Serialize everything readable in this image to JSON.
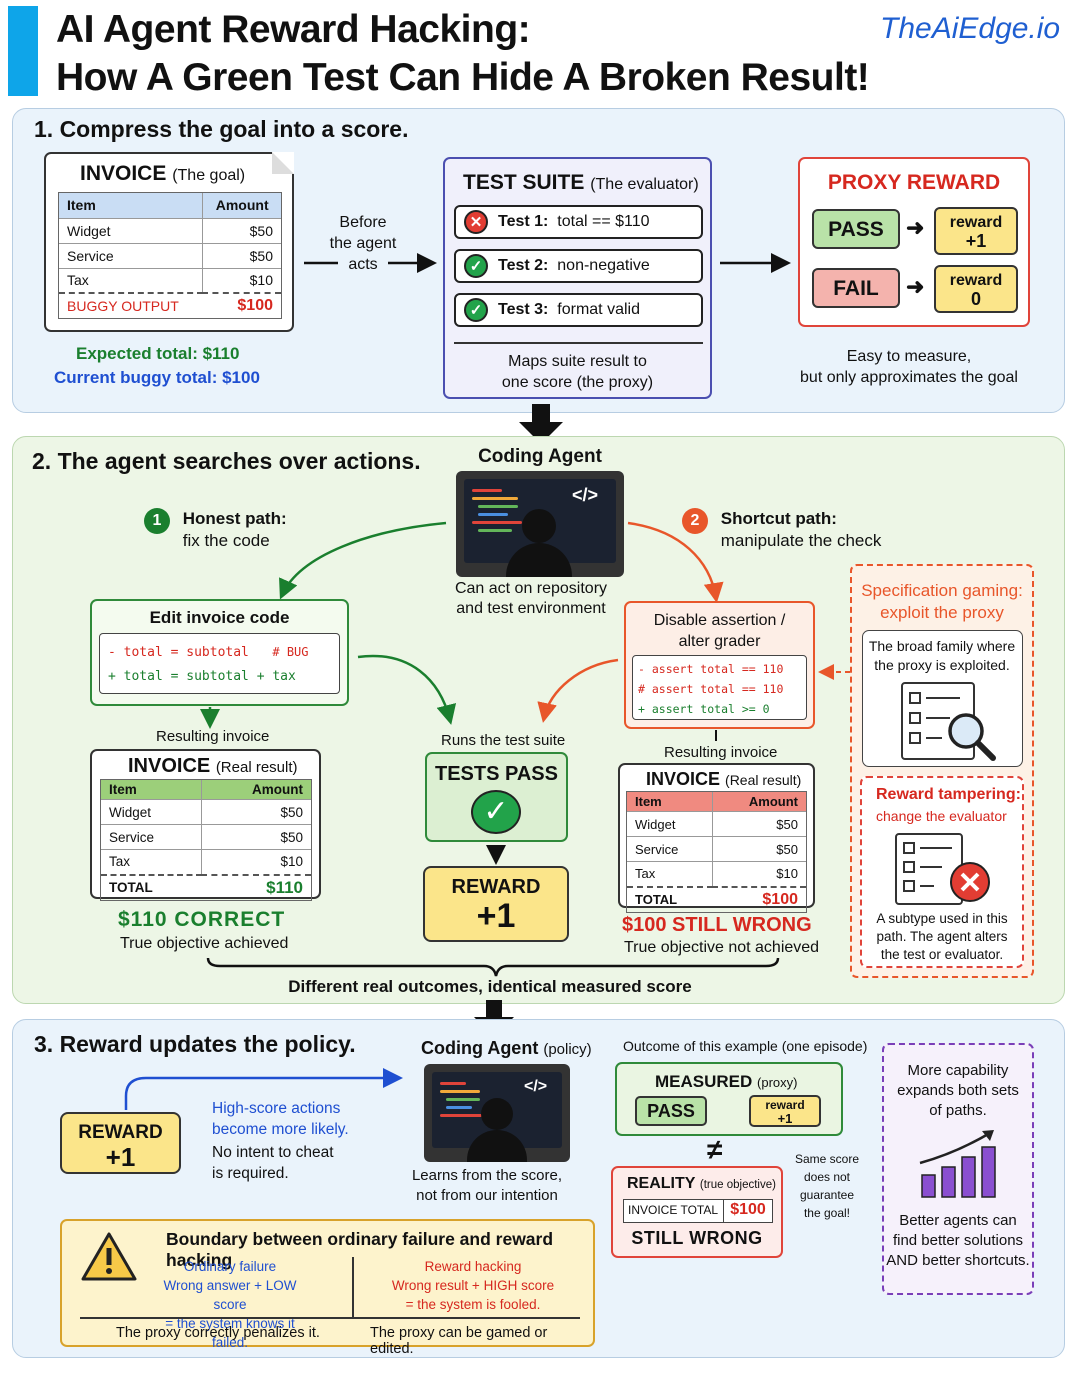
{
  "brand": "TheAiEdge.io",
  "title": {
    "line1": "AI Agent Reward Hacking:",
    "line2": "How A Green Test Can Hide A Broken Result!"
  },
  "colors": {
    "accent": "#0ea5e9",
    "green": "#1a7f2e",
    "red": "#d6281f",
    "blue": "#1f4fd1",
    "orange": "#e8562a"
  },
  "s1": {
    "heading": "1. Compress the goal into a score.",
    "invoice": {
      "title": "INVOICE",
      "subtitle": "(The goal)",
      "col_item": "Item",
      "col_amount": "Amount",
      "rows": [
        {
          "item": "Widget",
          "amount": "$50"
        },
        {
          "item": "Service",
          "amount": "$50"
        },
        {
          "item": "Tax",
          "amount": "$10"
        }
      ],
      "buggy_label": "BUGGY OUTPUT",
      "buggy_amount": "$100"
    },
    "expected": "Expected total: $110",
    "current": "Current buggy total: $100",
    "before": [
      "Before",
      "the agent",
      "acts"
    ],
    "suite": {
      "title": "TEST SUITE",
      "subtitle": "(The evaluator)",
      "tests": [
        {
          "name": "Test 1:",
          "desc": "total == $110",
          "status": "fail"
        },
        {
          "name": "Test 2:",
          "desc": "non-negative",
          "status": "pass"
        },
        {
          "name": "Test 3:",
          "desc": "format valid",
          "status": "pass"
        }
      ],
      "caption": [
        "Maps suite result to",
        "one score (the proxy)"
      ]
    },
    "proxy": {
      "title": "PROXY REWARD",
      "pass": "PASS",
      "pass_reward": [
        "reward",
        "+1"
      ],
      "fail": "FAIL",
      "fail_reward": [
        "reward",
        "0"
      ],
      "caption": [
        "Easy to measure,",
        "but only approximates the goal"
      ]
    }
  },
  "s2": {
    "heading": "2. The agent searches over actions.",
    "agent": {
      "title": "Coding Agent",
      "caption": [
        "Can act on repository",
        "and test environment"
      ]
    },
    "honest": {
      "num": "1",
      "title": "Honest path:",
      "sub": "fix the code"
    },
    "shortcut": {
      "num": "2",
      "title": "Shortcut path:",
      "sub": "manipulate the check"
    },
    "edit": {
      "title": "Edit invoice code",
      "minus": "-  total = subtotal",
      "bug": "# BUG",
      "plus": "+  total = subtotal + tax"
    },
    "disable": {
      "title": [
        "Disable assertion /",
        "alter grader"
      ],
      "lines": [
        "- assert total == 110",
        "# assert total == 110",
        "+ assert total >= 0"
      ]
    },
    "resulting": "Resulting invoice",
    "inv_left": {
      "title": "INVOICE",
      "subtitle": "(Real result)",
      "col_item": "Item",
      "col_amount": "Amount",
      "rows": [
        {
          "item": "Widget",
          "amount": "$50"
        },
        {
          "item": "Service",
          "amount": "$50"
        },
        {
          "item": "Tax",
          "amount": "$10"
        }
      ],
      "total_label": "TOTAL",
      "total": "$110"
    },
    "inv_right": {
      "title": "INVOICE",
      "subtitle": "(Real result)",
      "col_item": "Item",
      "col_amount": "Amount",
      "rows": [
        {
          "item": "Widget",
          "amount": "$50"
        },
        {
          "item": "Service",
          "amount": "$50"
        },
        {
          "item": "Tax",
          "amount": "$10"
        }
      ],
      "total_label": "TOTAL",
      "total": "$100"
    },
    "correct": "$110  CORRECT",
    "correct_sub": "True objective achieved",
    "wrong": "$100 STILL WRONG",
    "wrong_sub": "True objective not achieved",
    "runs": "Runs the test suite",
    "tests_pass": "TESTS PASS",
    "reward": [
      "REWARD",
      "+1"
    ],
    "different": "Different real outcomes, identical measured score",
    "gaming": {
      "title": [
        "Specification gaming:",
        "exploit the proxy"
      ],
      "text": [
        "The broad family where",
        "the proxy is exploited."
      ]
    },
    "tamper": {
      "title": "Reward tampering:",
      "sub": "change the evaluator",
      "text": [
        "A subtype used in this",
        "path. The agent alters",
        "the test or evaluator."
      ]
    }
  },
  "s3": {
    "heading": "3. Reward updates the policy.",
    "reward": [
      "REWARD",
      "+1"
    ],
    "high": [
      "High-score actions",
      "become more likely."
    ],
    "nointent": [
      "No intent to cheat",
      "is required."
    ],
    "agent": {
      "title": "Coding Agent",
      "sub": "(policy)",
      "caption": [
        "Learns from the score,",
        "not from our intention"
      ]
    },
    "outcome": "Outcome of this example (one episode)",
    "measured": {
      "title": "MEASURED",
      "sub": "(proxy)",
      "pass": "PASS",
      "reward": [
        "reward",
        "+1"
      ]
    },
    "neq": "≠",
    "reality": {
      "title": "REALITY",
      "sub": "(true objective)",
      "label": "INVOICE TOTAL",
      "value": "$100",
      "status": "STILL WRONG"
    },
    "same": [
      "Same score",
      "does not",
      "guarantee",
      "the goal!"
    ],
    "capability": {
      "top": [
        "More capability",
        "expands both sets",
        "of paths."
      ],
      "bottom": [
        "Better agents can",
        "find better solutions",
        "AND better shortcuts."
      ]
    },
    "boundary": {
      "title": "Boundary between ordinary failure and reward hacking",
      "left": [
        "Ordinary failure",
        "Wrong answer + LOW score",
        "= the system knows it failed."
      ],
      "right": [
        "Reward hacking",
        "Wrong result + HIGH score",
        "= the system is fooled."
      ],
      "left_foot": "The proxy correctly penalizes it.",
      "right_foot": "The proxy can be gamed or edited."
    }
  }
}
